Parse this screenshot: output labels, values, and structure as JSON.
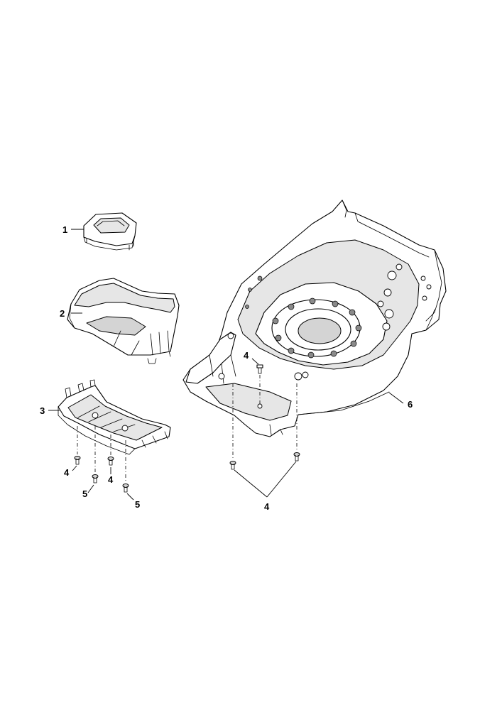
{
  "callouts": {
    "c1": "1",
    "c2": "2",
    "c3": "3",
    "c4_left_screw": "4",
    "c5_left_screw": "5",
    "c4_mid_screw": "4",
    "c5_right_screw": "5",
    "c4_deck_top": "4",
    "c4_deck_bottom": "4",
    "c6": "6"
  },
  "colors": {
    "line": "#000000",
    "fill": "#ffffff",
    "shading": "#d4d4d4"
  }
}
